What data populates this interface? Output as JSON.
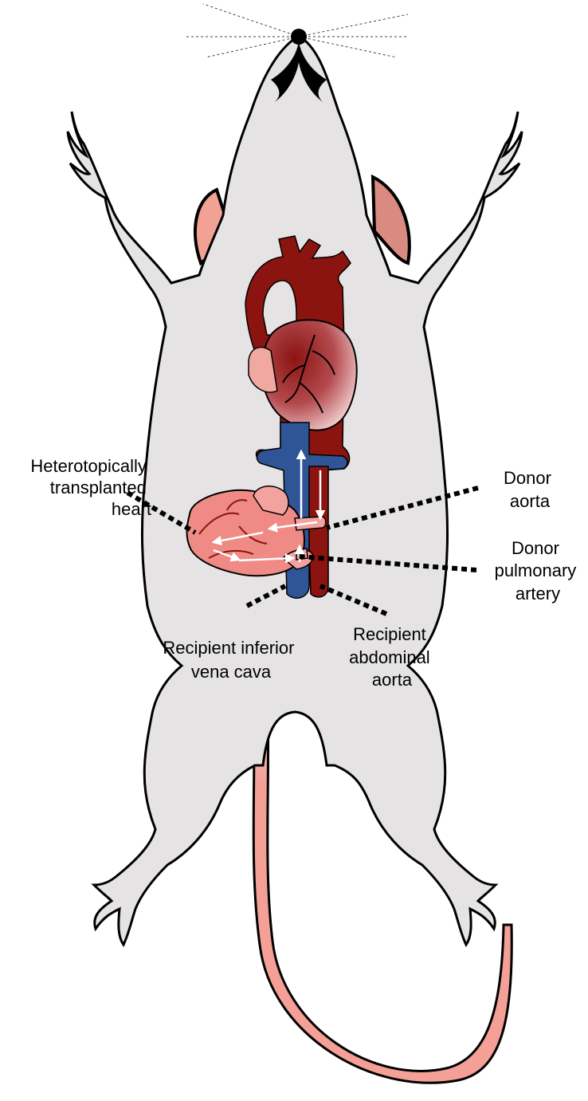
{
  "labels": {
    "heterotopic_heart": [
      "Heterotopically",
      "transplanted",
      "heart"
    ],
    "donor_aorta": [
      "Donor",
      "aorta"
    ],
    "donor_pulmonary_artery": [
      "Donor",
      "pulmonary",
      "artery"
    ],
    "recipient_ivc": [
      "Recipient inferior",
      "vena cava"
    ],
    "recipient_abdominal_aorta": [
      "Recipient",
      "abdominal",
      "aorta"
    ]
  },
  "colors": {
    "body": "#e5e3e4",
    "outline": "#000000",
    "ear_inner": "#f2a195",
    "aorta": "#8b1410",
    "vena_cava": "#2f5597",
    "donor_heart": "#f08a84",
    "native_heart": "#c8504f",
    "tail_tip": "#f4a096",
    "flow_arrows": "#ffffff"
  }
}
